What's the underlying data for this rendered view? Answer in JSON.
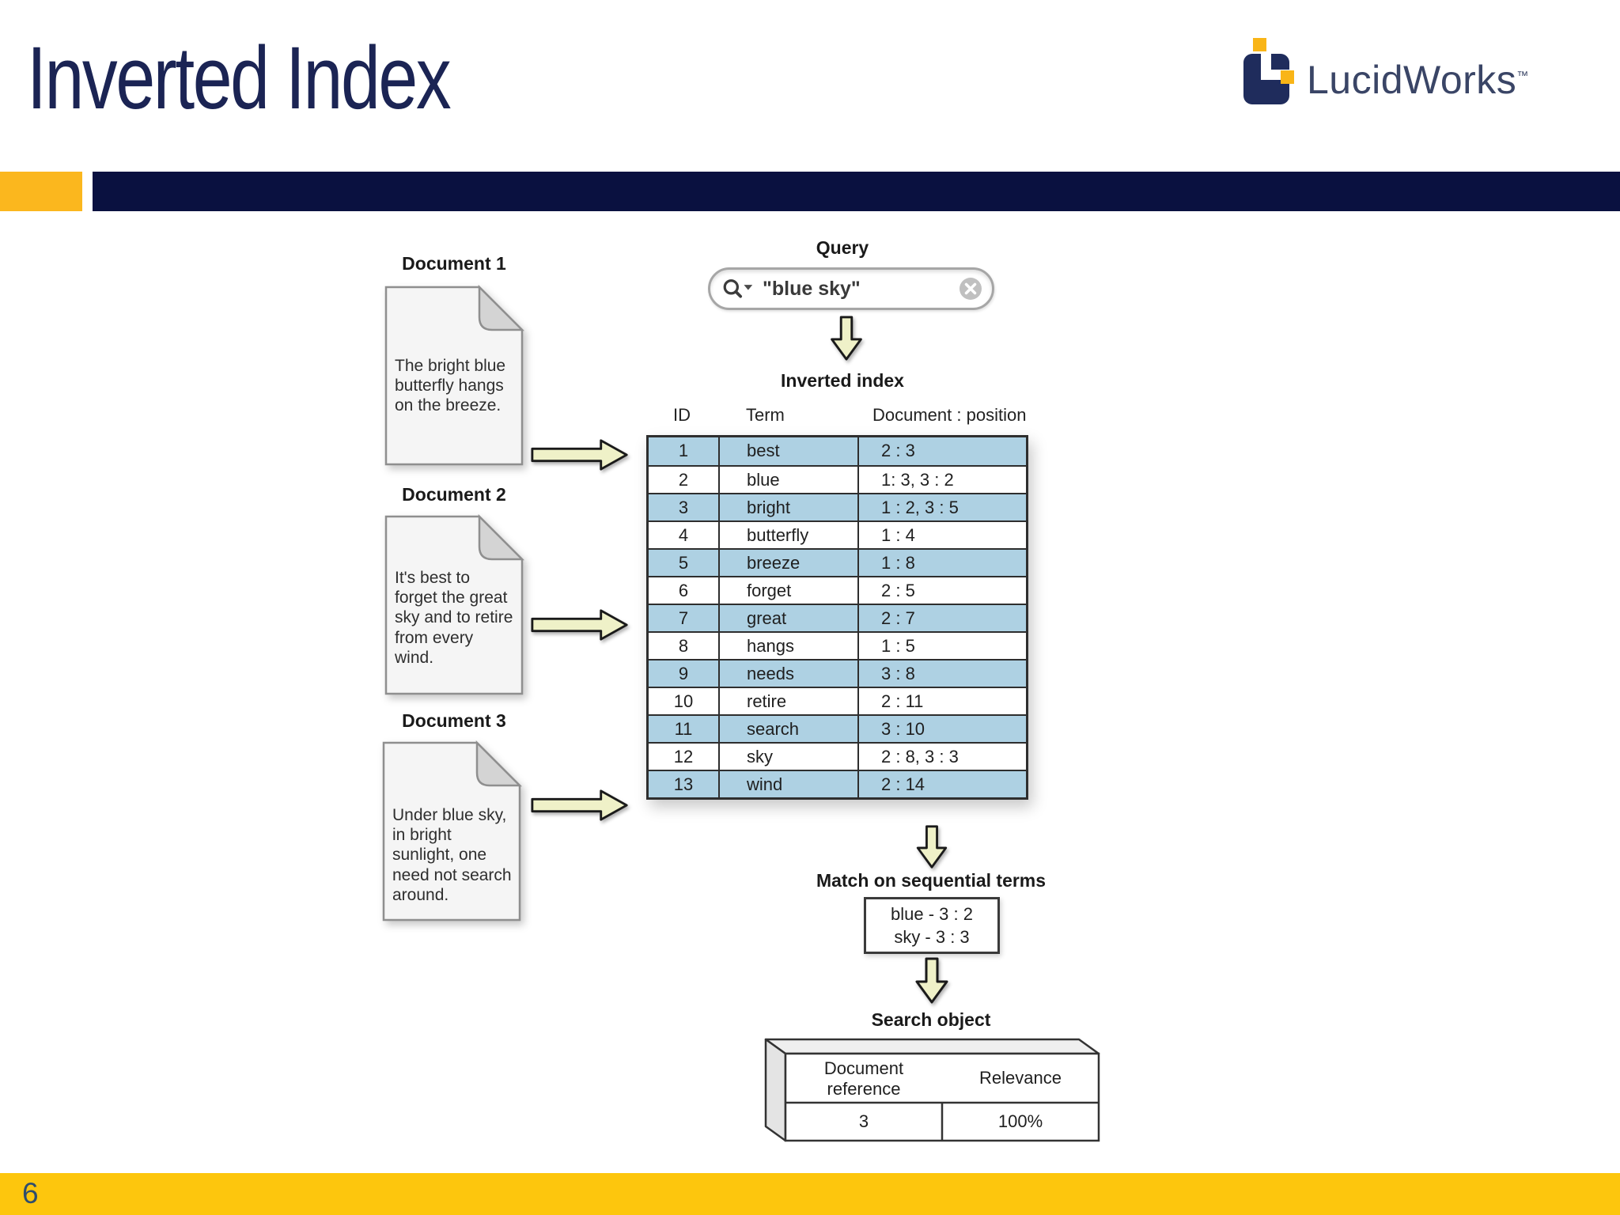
{
  "slide": {
    "title": "Inverted Index",
    "page_number": "6"
  },
  "logo": {
    "text": "LucidWorks",
    "trademark": "™"
  },
  "colors": {
    "navy_bar": "#0a1140",
    "title_navy": "#1b2454",
    "accent_yellow_top": "#fbb71e",
    "accent_yellow_bottom": "#fdc60d",
    "table_row_blue": "#aed1e3",
    "arrow_fill": "#eff1c8",
    "logo_navy": "#1f2c5c",
    "logo_yellow": "#f9b517"
  },
  "icons": {
    "search": "magnifier-with-dropdown-icon",
    "clear": "circle-x-icon",
    "flow_right": "block-arrow-right",
    "flow_down": "block-arrow-down",
    "document": "page-with-folded-corner"
  },
  "documents": [
    {
      "label": "Document 1",
      "text": "The bright blue butterfly hangs on the breeze."
    },
    {
      "label": "Document 2",
      "text": "It's best to forget the great sky and to retire from every wind."
    },
    {
      "label": "Document 3",
      "text": "Under blue sky, in bright sunlight, one need not search around."
    }
  ],
  "query": {
    "label": "Query",
    "value": "\"blue sky\""
  },
  "inverted_index": {
    "label": "Inverted index",
    "columns": [
      "ID",
      "Term",
      "Document : position"
    ],
    "rows": [
      {
        "id": "1",
        "term": "best",
        "positions": "2 : 3"
      },
      {
        "id": "2",
        "term": "blue",
        "positions": "1: 3, 3 : 2"
      },
      {
        "id": "3",
        "term": "bright",
        "positions": "1 : 2, 3 : 5"
      },
      {
        "id": "4",
        "term": "butterfly",
        "positions": "1 : 4"
      },
      {
        "id": "5",
        "term": "breeze",
        "positions": "1 : 8"
      },
      {
        "id": "6",
        "term": "forget",
        "positions": "2 : 5"
      },
      {
        "id": "7",
        "term": "great",
        "positions": "2 : 7"
      },
      {
        "id": "8",
        "term": "hangs",
        "positions": "1 : 5"
      },
      {
        "id": "9",
        "term": "needs",
        "positions": "3 : 8"
      },
      {
        "id": "10",
        "term": "retire",
        "positions": "2 : 11"
      },
      {
        "id": "11",
        "term": "search",
        "positions": "3 : 10"
      },
      {
        "id": "12",
        "term": "sky",
        "positions": "2 : 8, 3 : 3"
      },
      {
        "id": "13",
        "term": "wind",
        "positions": "2 : 14"
      }
    ]
  },
  "match": {
    "label": "Match on sequential terms",
    "lines": [
      "blue - 3 : 2",
      "sky -  3 : 3"
    ]
  },
  "search_object": {
    "label": "Search object",
    "columns": [
      "Document reference",
      "Relevance"
    ],
    "row": [
      "3",
      "100%"
    ]
  }
}
